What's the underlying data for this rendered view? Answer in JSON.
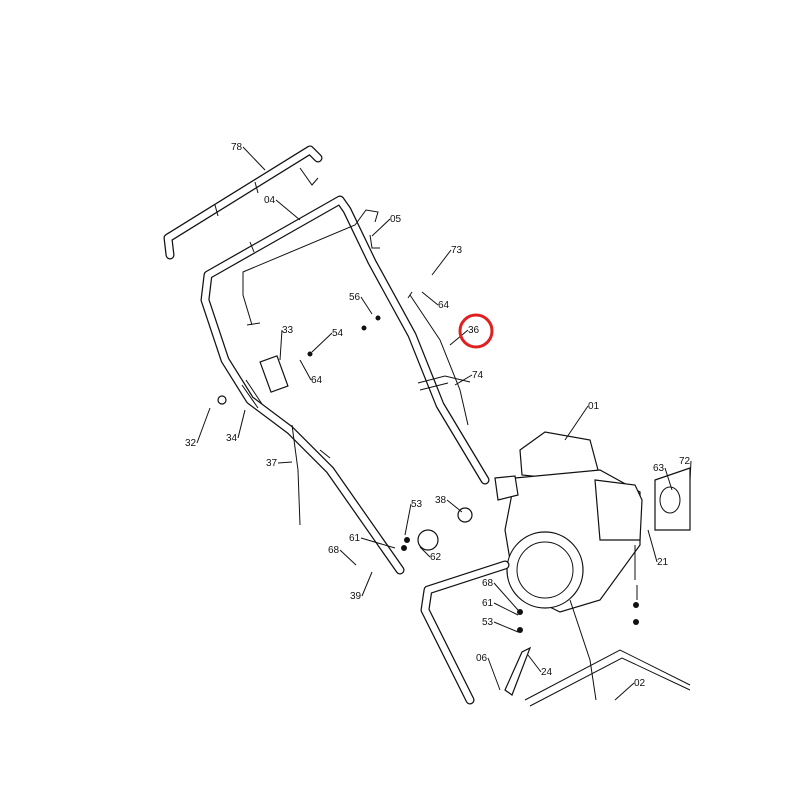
{
  "diagram": {
    "labels": [
      "78",
      "04",
      "05",
      "73",
      "56",
      "64",
      "36",
      "33",
      "54",
      "64",
      "74",
      "01",
      "32",
      "34",
      "37",
      "72",
      "63",
      "53",
      "38",
      "61",
      "62",
      "68",
      "39",
      "21",
      "68",
      "61",
      "53",
      "06",
      "24",
      "02"
    ],
    "highlighted_label": "36",
    "highlight_color": "#e02020"
  }
}
